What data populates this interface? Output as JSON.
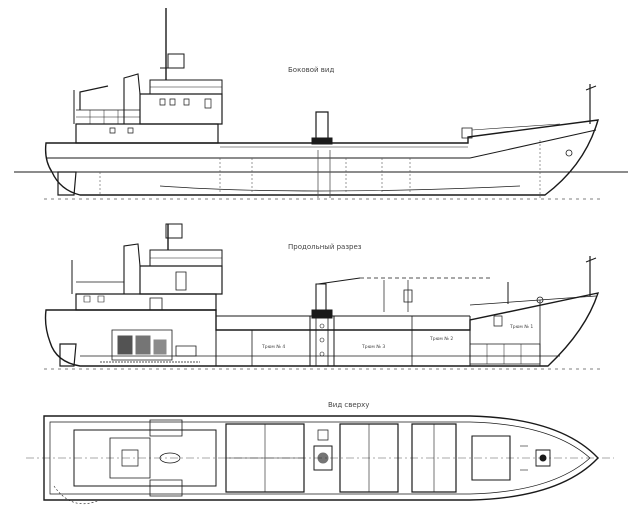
{
  "views": {
    "side_view_label": "Боковой вид",
    "longitudinal_section_label": "Продольный разрез",
    "top_view_label": "Вид сверху"
  },
  "hold_labels": [
    "Трюм № 4",
    "Трюм № 3",
    "Трюм № 2",
    "Трюм № 1"
  ],
  "colors": {
    "line": "#1a1a1a",
    "thin": "#555555",
    "background": "#ffffff"
  }
}
